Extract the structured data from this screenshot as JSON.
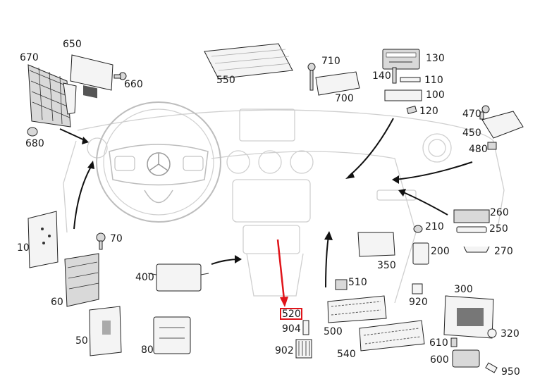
{
  "diagram": {
    "labels": [
      {
        "id": "670",
        "text": "670"
      },
      {
        "id": "650",
        "text": "650"
      },
      {
        "id": "660",
        "text": "660"
      },
      {
        "id": "680",
        "text": "680"
      },
      {
        "id": "550",
        "text": "550"
      },
      {
        "id": "710",
        "text": "710"
      },
      {
        "id": "700",
        "text": "700"
      },
      {
        "id": "130",
        "text": "130"
      },
      {
        "id": "140",
        "text": "140"
      },
      {
        "id": "110",
        "text": "110"
      },
      {
        "id": "100",
        "text": "100"
      },
      {
        "id": "120",
        "text": "120"
      },
      {
        "id": "470",
        "text": "470"
      },
      {
        "id": "450",
        "text": "450"
      },
      {
        "id": "480",
        "text": "480"
      },
      {
        "id": "10",
        "text": "10"
      },
      {
        "id": "70",
        "text": "70"
      },
      {
        "id": "60",
        "text": "60"
      },
      {
        "id": "50",
        "text": "50"
      },
      {
        "id": "400",
        "text": "400"
      },
      {
        "id": "80",
        "text": "80"
      },
      {
        "id": "260",
        "text": "260"
      },
      {
        "id": "250",
        "text": "250"
      },
      {
        "id": "210",
        "text": "210"
      },
      {
        "id": "270",
        "text": "270"
      },
      {
        "id": "200",
        "text": "200"
      },
      {
        "id": "350",
        "text": "350"
      },
      {
        "id": "510",
        "text": "510"
      },
      {
        "id": "920",
        "text": "920"
      },
      {
        "id": "300",
        "text": "300"
      },
      {
        "id": "520",
        "text": "520"
      },
      {
        "id": "904",
        "text": "904"
      },
      {
        "id": "902",
        "text": "902"
      },
      {
        "id": "500",
        "text": "500"
      },
      {
        "id": "540",
        "text": "540"
      },
      {
        "id": "320",
        "text": "320"
      },
      {
        "id": "610",
        "text": "610"
      },
      {
        "id": "600",
        "text": "600"
      },
      {
        "id": "950",
        "text": "950"
      }
    ],
    "highlighted_label": "520",
    "highlight_color": "#e0141a"
  }
}
